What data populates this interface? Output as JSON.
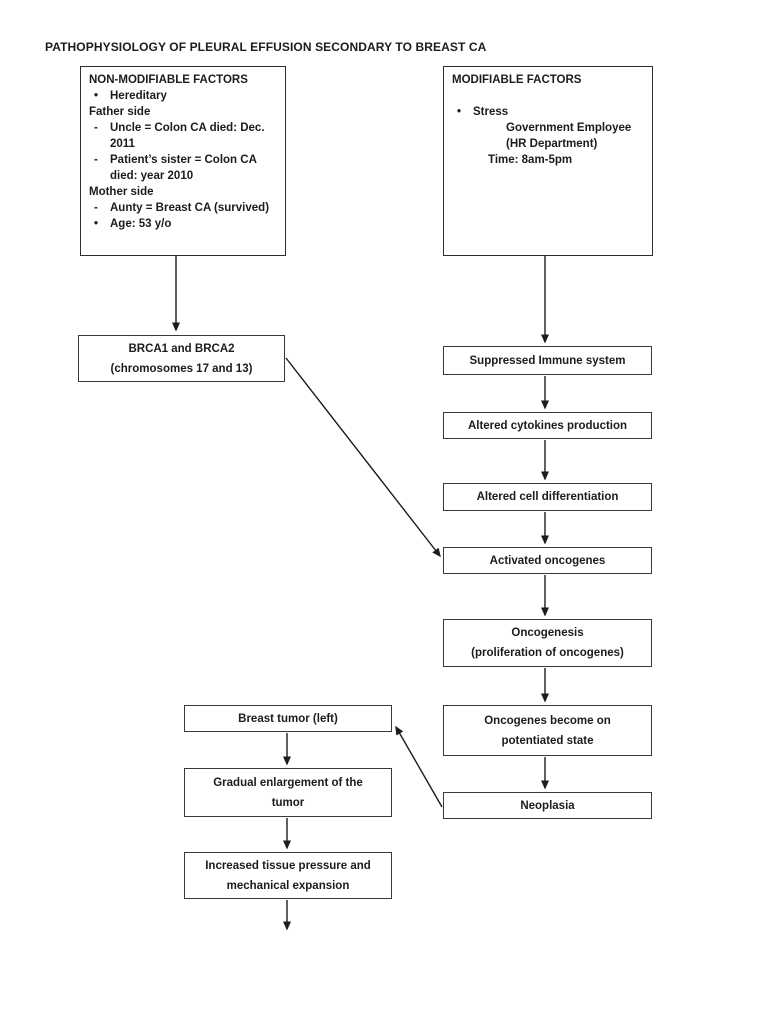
{
  "page": {
    "title": "PATHOPHYSIOLOGY OF PLEURAL EFFUSION SECONDARY TO BREAST CA"
  },
  "non_modifiable": {
    "heading": "NON-MODIFIABLE FACTORS",
    "items": [
      {
        "marker": "•",
        "text": "Hereditary"
      },
      {
        "marker": "",
        "text": "Father side"
      },
      {
        "marker": "-",
        "text": "Uncle = Colon CA died: Dec. 2011"
      },
      {
        "marker": "-",
        "text": "Patient’s sister = Colon CA died: year 2010"
      },
      {
        "marker": "",
        "text": "Mother side"
      },
      {
        "marker": "-",
        "text": "Aunty = Breast CA (survived)"
      },
      {
        "marker": "•",
        "text": "Age: 53 y/o"
      }
    ]
  },
  "modifiable": {
    "heading": "MODIFIABLE FACTORS",
    "items": [
      {
        "marker": "•",
        "text": "Stress"
      },
      {
        "marker": "",
        "text": "Government Employee"
      },
      {
        "marker": "",
        "text": "(HR Department)"
      },
      {
        "marker": "",
        "text": "Time: 8am-5pm"
      }
    ]
  },
  "flow": {
    "brca": "BRCA1 and BRCA2\n(chromosomes 17 and 13)",
    "suppressed_immune": "Suppressed Immune system",
    "cytokines": "Altered cytokines production",
    "cell_differentiation": "Altered cell differentiation",
    "activated_oncogenes": "Activated oncogenes",
    "oncogenesis": "Oncogenesis\n(proliferation of oncogenes)",
    "potentiated": "Oncogenes become on\npotentiated state",
    "neoplasia": "Neoplasia",
    "breast_tumor": "Breast tumor (left)",
    "gradual_enlargement": "Gradual enlargement of the\ntumor",
    "tissue_pressure": "Increased tissue pressure and\nmechanical expansion"
  },
  "colors": {
    "ink": "#1c1c1c",
    "box_border": "#3a3a3a"
  }
}
